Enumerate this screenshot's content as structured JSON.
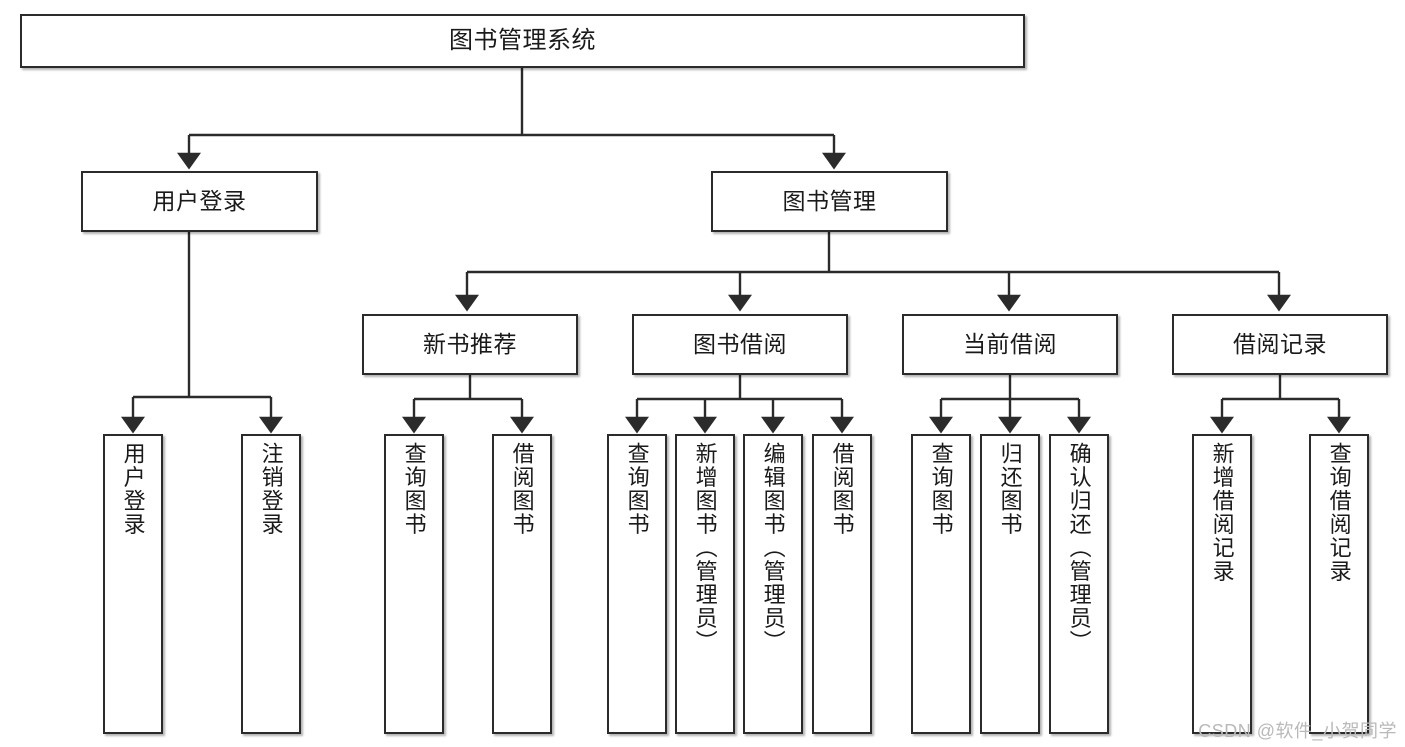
{
  "diagram": {
    "title": "图书管理系统",
    "watermark": "CSDN @软件_小贺同学",
    "colors": {
      "background": "#ffffff",
      "node_border": "#2b2b2b",
      "node_fill": "#ffffff",
      "edge": "#2b2b2b",
      "text": "#1a1a1a",
      "watermark": "#b9b9b9"
    },
    "nodes": {
      "root": {
        "label": "图书管理系统"
      },
      "level2": [
        {
          "id": "user-login",
          "label": "用户登录"
        },
        {
          "id": "book-management",
          "label": "图书管理"
        }
      ],
      "level3": [
        {
          "id": "new-book-recommend",
          "label": "新书推荐"
        },
        {
          "id": "book-borrow",
          "label": "图书借阅"
        },
        {
          "id": "current-borrow",
          "label": "当前借阅"
        },
        {
          "id": "borrow-record",
          "label": "借阅记录"
        }
      ],
      "leaves": {
        "user_login": [
          {
            "id": "leaf-user-login",
            "label": "用户登录"
          },
          {
            "id": "leaf-logout-login",
            "label": "注销登录"
          }
        ],
        "new_book_recommend": [
          {
            "id": "leaf-query-book-1",
            "label": "查询图书"
          },
          {
            "id": "leaf-borrow-book-1",
            "label": "借阅图书"
          }
        ],
        "book_borrow": [
          {
            "id": "leaf-query-book-2",
            "label": "查询图书"
          },
          {
            "id": "leaf-add-book",
            "label": "新增图书（管理员）"
          },
          {
            "id": "leaf-edit-book",
            "label": "编辑图书（管理员）"
          },
          {
            "id": "leaf-borrow-book-2",
            "label": "借阅图书"
          }
        ],
        "current_borrow": [
          {
            "id": "leaf-query-book-3",
            "label": "查询图书"
          },
          {
            "id": "leaf-return-book",
            "label": "归还图书"
          },
          {
            "id": "leaf-confirm-return",
            "label": "确认归还（管理员）"
          }
        ],
        "borrow_record": [
          {
            "id": "leaf-add-record",
            "label": "新增借阅记录"
          },
          {
            "id": "leaf-query-record",
            "label": "查询借阅记录"
          }
        ]
      }
    }
  }
}
